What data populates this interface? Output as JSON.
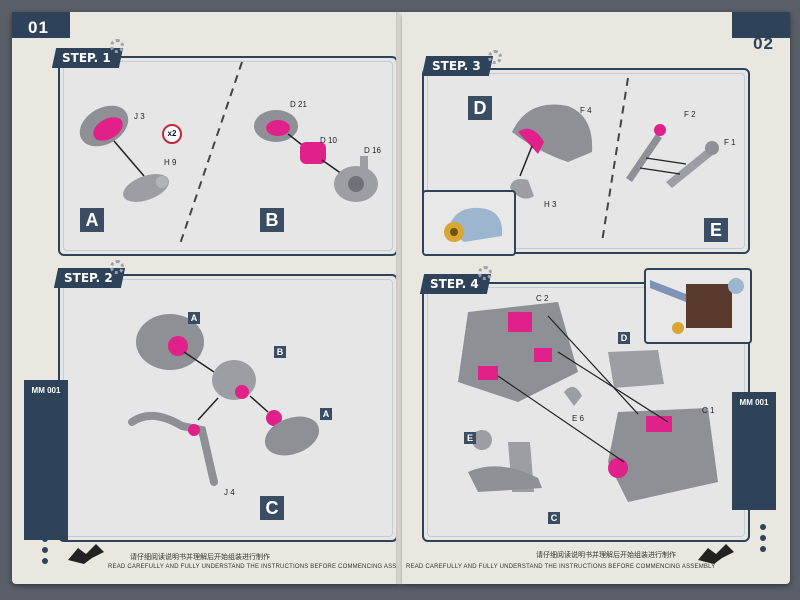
{
  "left_page": {
    "page_number": "01",
    "side_tab": "MM 001",
    "footer_cn": "请仔细阅读说明书并理解后开始组装进行制作",
    "footer_en": "READ CAREFULLY AND FULLY UNDERSTAND THE INSTRUCTIONS BEFORE COMMENCING ASSEMBLY",
    "step1": {
      "label": "STEP. 1",
      "sub_a": "A",
      "sub_b": "B",
      "parts_a": [
        "J 3",
        "H 9"
      ],
      "multiplier": "x2",
      "parts_b": [
        "D 21",
        "D 10",
        "D 16"
      ]
    },
    "step2": {
      "label": "STEP. 2",
      "sub": "C",
      "callout_a_top": "A",
      "callout_b": "B",
      "callout_a_right": "A",
      "parts": [
        "J 4"
      ]
    }
  },
  "right_page": {
    "page_number": "02",
    "side_tab": "MM 001",
    "footer_cn": "请仔细阅读说明书并理解后开始组装进行制作",
    "footer_en": "READ CAREFULLY AND FULLY UNDERSTAND THE INSTRUCTIONS BEFORE COMMENCING ASSEMBLY",
    "step3": {
      "label": "STEP. 3",
      "sub_d": "D",
      "sub_e": "E",
      "parts_d": [
        "F 4",
        "H 3"
      ],
      "parts_e": [
        "F 2",
        "F 1"
      ]
    },
    "step4": {
      "label": "STEP. 4",
      "parts": [
        "C 2",
        "C 1",
        "E 6"
      ],
      "callout_d": "D",
      "callout_e": "E",
      "callout_c": "C"
    }
  },
  "colors": {
    "navy": "#2e4359",
    "part_gray": "#9c9ea3",
    "accent_pink": "#e0218a",
    "page": "#e9e7df"
  }
}
